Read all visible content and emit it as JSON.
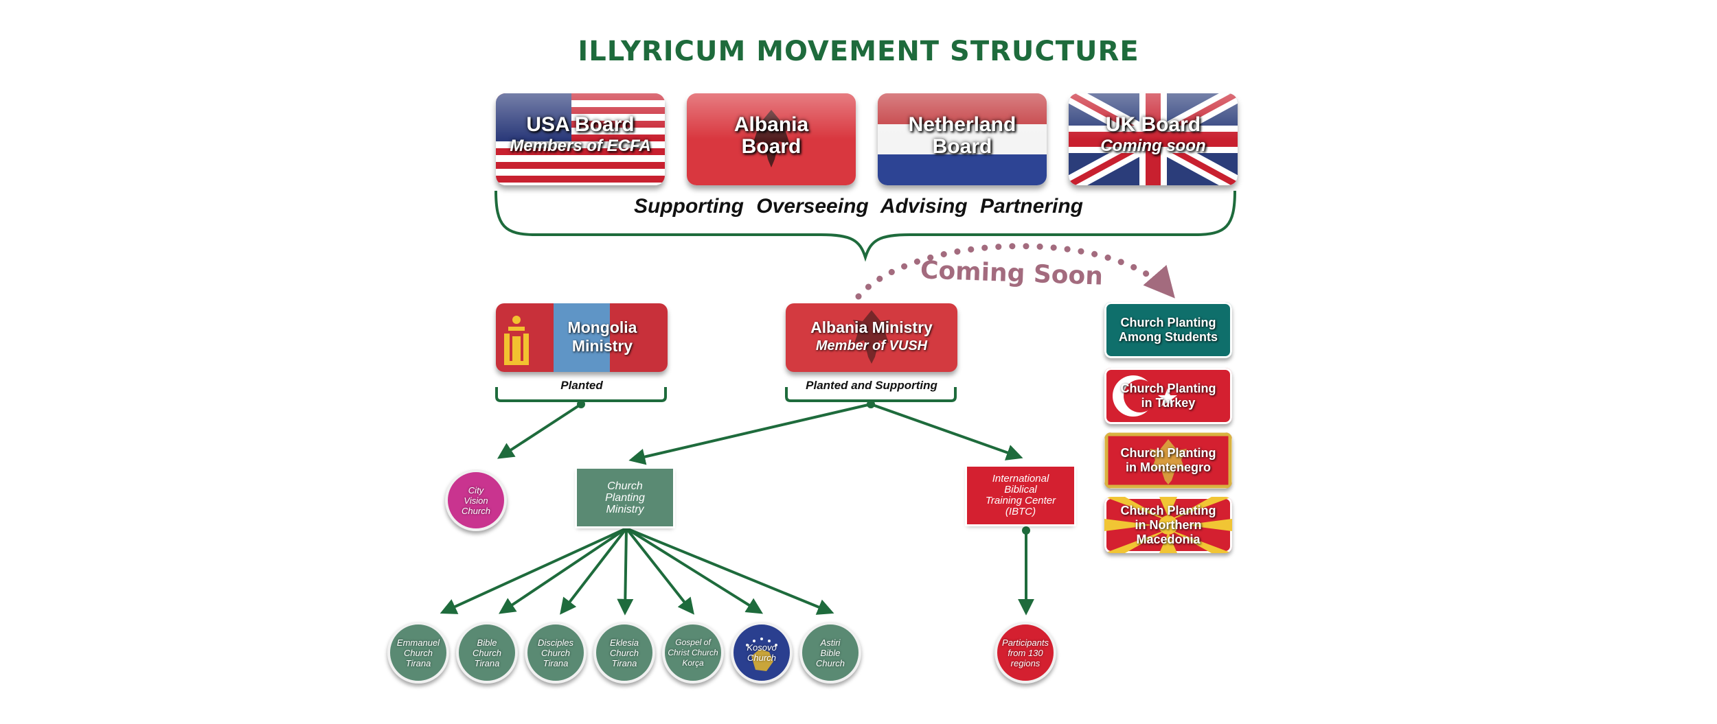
{
  "title": "ILLYRICUM MOVEMENT STRUCTURE",
  "boards": [
    {
      "name": "USA Board",
      "sub": "Members of ECFA"
    },
    {
      "name": "Albania",
      "name2": "Board"
    },
    {
      "name": "Netherland",
      "name2": "Board"
    },
    {
      "name": "UK Board",
      "sub": "Coming soon"
    }
  ],
  "roles": "Supporting  Overseeing  Advising  Partnering",
  "coming_soon": "Coming Soon",
  "mongolia": {
    "line1": "Mongolia",
    "line2": "Ministry",
    "caption": "Planted"
  },
  "albania_ministry": {
    "line1": "Albania  Ministry",
    "sub": "Member  of VUSH",
    "caption": "Planted and  Supporting"
  },
  "city_vision": {
    "line1": "City",
    "line2": "Vision",
    "line3": "Church"
  },
  "church_planting_ministry": {
    "line1": "Church",
    "line2": "Planting",
    "line3": "Ministry"
  },
  "ibtc": {
    "line1": "International",
    "line2": "Biblical",
    "line3": "Training Center",
    "line4": "(IBTC)"
  },
  "participants": {
    "line1": "Participants",
    "line2": "from 130",
    "line3": "regions"
  },
  "churches": [
    {
      "l1": "Emmanuel",
      "l2": "Church",
      "l3": "Tirana"
    },
    {
      "l1": "Bible",
      "l2": "Church",
      "l3": "Tirana"
    },
    {
      "l1": "Disciples",
      "l2": "Church",
      "l3": "Tirana"
    },
    {
      "l1": "Eklesia",
      "l2": "Church",
      "l3": "Tirana"
    },
    {
      "l1": "Gospel of",
      "l2": "Christ Church",
      "l3": "Korça"
    },
    {
      "l1": "Kosovo",
      "l2": "Church",
      "l3": ""
    },
    {
      "l1": "Astiri",
      "l2": "Bible",
      "l3": "Church"
    }
  ],
  "church_planting": [
    {
      "l1": "Church Planting",
      "l2": "Among Students",
      "l3": ""
    },
    {
      "l1": "Church Planting",
      "l2": "in Turkey",
      "l3": ""
    },
    {
      "l1": "Church Planting",
      "l2": "in Montenegro",
      "l3": ""
    },
    {
      "l1": "Church Planting",
      "l2": "in Northern",
      "l3": "Macedonia"
    }
  ],
  "colors": {
    "green": "#1e6b3c",
    "node_green": "#5a8a73",
    "teal": "#0f6f6b",
    "red": "#d42030",
    "magenta": "#c9348f",
    "mauve": "#a36b7e"
  }
}
